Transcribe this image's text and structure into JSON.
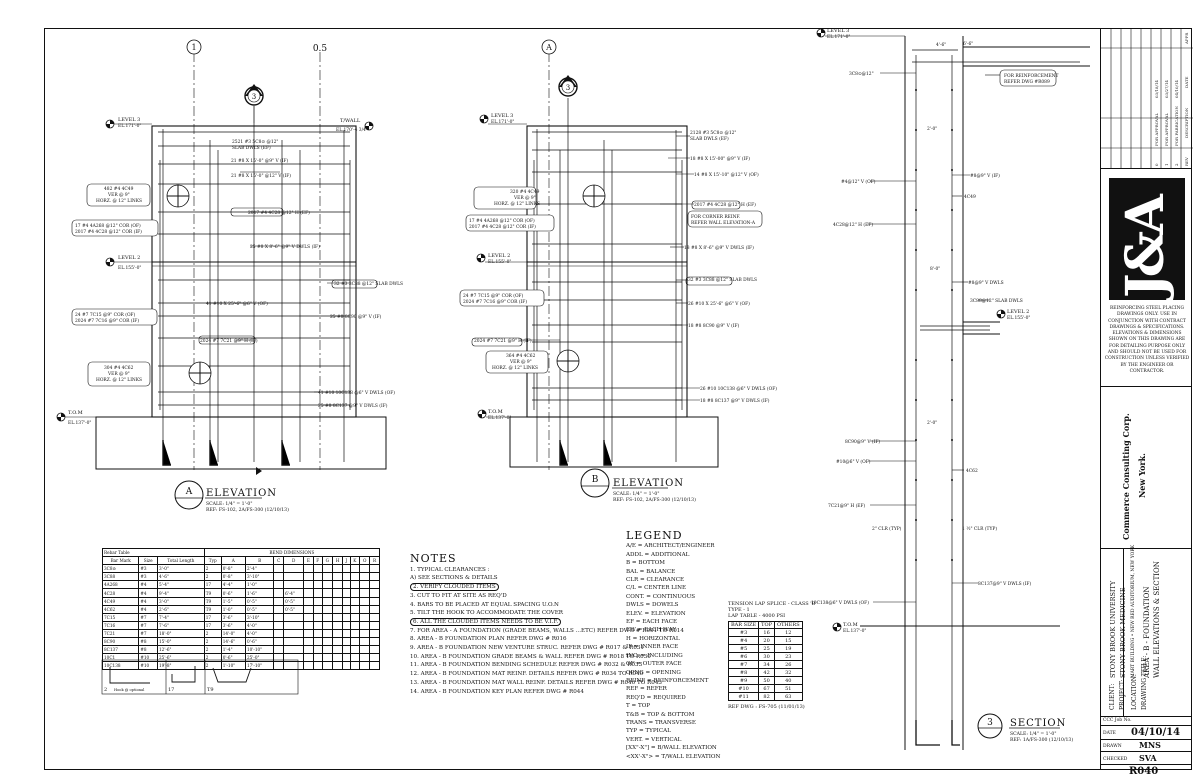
{
  "drawing": {
    "elev_a": {
      "grid_left": "1",
      "grid_right": "0.5",
      "section_marker": "3",
      "level3": {
        "label": "LEVEL 3",
        "elev": "EL.171'-0\""
      },
      "level2": {
        "label": "LEVEL 2",
        "elev": "EL.155'-0\""
      },
      "tom": {
        "label": "T.O.M",
        "elev": "EL.137'-0\""
      },
      "twall": {
        "label": "T/WALL",
        "elev": "EL.170'-4 3/4\""
      },
      "callouts": [
        "2521 #3 5C8⊙ @12\"",
        "SLAB DWLS (EF)",
        "21 #8 X 15'-0\" @9\" V (IF)",
        "21 #8 X 15'-0\" @12\" V (IF)",
        "2017 #4 4C28 @12\" H (EF)",
        "25 #8 X 8'-6\" @9\" V DWLS (IF)",
        "41 #10 X 25'-6\" @6\" V (OF)",
        "25 #8 8C90 @9\" V (IF)",
        "2024 #7 7C21 @9\" H (IF)",
        "41 #10 10C138 @6\" V DWLS (OF)",
        "25 #8 8C137 @9\" V DWLS (IF)",
        "32 #3 3C88  @12\" SLAB DWLS"
      ],
      "boxes": [
        [
          "482 #4 4C49",
          "VER @ 9\"",
          "HORZ. @ 12\" LINKS"
        ],
        [
          "17 #4 4A268 @12\" COR (OF)",
          "2017 #4 4C28 @12\" COR (IF)"
        ],
        [
          "24 #7 7C15 @9\" COR (OF)",
          "2024 #7 7C16 @9\" COR (IF)"
        ],
        [
          "304 #4 4C62",
          "VER @ 9\"",
          "HORZ. @ 12\" LINKS"
        ]
      ],
      "title_letter": "A",
      "title": "ELEVATION",
      "scale": "SCALE: 1/4\" = 1'-0\"",
      "ref": "REF: FS-102, 2A/FS-300 (12/10/13)"
    },
    "elev_b": {
      "grid": "A",
      "section_marker": "3",
      "level3": {
        "label": "LEVEL 3",
        "elev": "EL.171'-0\""
      },
      "level2": {
        "label": "LEVEL 2",
        "elev": "EL.155'-0\""
      },
      "tom": {
        "label": "T.O.M",
        "elev": "EL.137'-0\""
      },
      "callouts": [
        "2128 #3 5C8⊙ @12\"",
        "SLAB DWLS (EF)",
        "18 #8 X 15'-00\" @9\" V (IF)",
        "14 #8 X 15'-10\" @12\" V (OF)",
        "2017 #4 4C28 @12\" H (EF)",
        "18 #8 X 8'-6\" @9\" V DWLS (IF)",
        "32 #3 3C88  @12\" SLAB DWLS",
        "26 #10 X 25'-6\" @6\" V (OF)",
        "18 #8 8C90 @9\" V (IF)",
        "2024 #7 7C21 @9\" H (IF)",
        "26 #10 10C138 @6\" V DWLS (OF)",
        "18 #8 8C137 @9\" V DWLS (IF)"
      ],
      "boxes": [
        [
          "320 #4 4C49",
          "VER @ 9\"",
          "HORZ. @ 12\" LINKS"
        ],
        [
          "17 #4 4A268 @12\" COR (OF)",
          "2017 #4 4C28 @12\" COR (IF)"
        ],
        [
          "FOR CORNER REINF.",
          "REFER WALL ELEVATION-A"
        ],
        [
          "24 #7 7C15 @9\" COR (OF)",
          "2024 #7 7C16 @9\" COR (IF)"
        ],
        [
          "364 #4 4C62",
          "VER @ 9\"",
          "HORZ. @ 12\" LINKS"
        ]
      ],
      "title_letter": "B",
      "title": "ELEVATION",
      "scale": "SCALE: 1/4\" = 1'-0\"",
      "ref": "REF: FS-102, 2A/FS-300 (12/10/13)"
    },
    "section": {
      "level3": {
        "label": "LEVEL 3",
        "elev": "EL.171'-0\""
      },
      "level2": {
        "label": "LEVEL 2",
        "elev": "EL.155'-0\""
      },
      "tom": {
        "label": "T.O.M",
        "elev": "EL.137'-0\""
      },
      "callouts_left": [
        "3C8⊙@12\"",
        "#4@12\" V (OF)",
        "4C28@12\" H (EF)",
        "8C90@9\" V (IF)",
        "#10@6\" V (OF)",
        "7C21@9\" H (EF)",
        "10C138@6\" V DWLS (OF)"
      ],
      "callouts_right": [
        "#8@9\" V (IF)",
        "4C49",
        "#8@9\" V DWLS",
        "3C88@12\" SLAB DWLS",
        "4C62",
        "8C137@9\" V DWLS (IF)"
      ],
      "reinf_note": [
        "FOR REINFORCEMENT",
        "REFER DWG #R089"
      ],
      "dims": [
        "4'-6\"",
        "6'-6\"",
        "2\" CLR (TYP)",
        "1 ½\" CLR (TYP)",
        "2'-0\"",
        "8'-0\"",
        "2'-0\""
      ],
      "title_num": "3",
      "title": "SECTION",
      "scale": "SCALE: 1/4\" = 1'-0\"",
      "ref": "REF: 1A/FS-300 (12/10/13)"
    }
  },
  "schedule": {
    "title": "Rebar Table",
    "group": "BEND DIMENSIONS",
    "headers": [
      "Bar Mark",
      "Size",
      "Total Length",
      "Typ",
      "A",
      "B",
      "C",
      "D",
      "E",
      "F",
      "G",
      "H",
      "J",
      "K",
      "O",
      "R"
    ],
    "rows": [
      [
        "3C8⊙",
        "#3",
        "3'-0\"",
        "2",
        "0'-8\"",
        "2'-4\""
      ],
      [
        "3C88",
        "#3",
        "4'-6\"",
        "2",
        "0'-8\"",
        "3'-10\""
      ],
      [
        "4A268",
        "#4",
        "5'-4\"",
        "17",
        "4'-4\"",
        "1'-0\""
      ],
      [
        "4C28",
        "#4",
        "9'-4\"",
        "T9",
        "0'-6\"",
        "1'-6\"",
        "",
        "6'-4\""
      ],
      [
        "4C49",
        "#4",
        "3'-0\"",
        "T9",
        "1'-5\"",
        "0'-5\"",
        "",
        "0'-5\""
      ],
      [
        "4C62",
        "#4",
        "2'-6\"",
        "T9",
        "1'-0\"",
        "0'-5\"",
        "",
        "0'-5\""
      ],
      [
        "7C15",
        "#7",
        "7'-4\"",
        "17",
        "3'-6\"",
        "3'-10\""
      ],
      [
        "7C16",
        "#7",
        "7'-6\"",
        "17",
        "3'-6\"",
        "4'-0\""
      ],
      [
        "7C21",
        "#7",
        "18'-0\"",
        "2",
        "14'-0\"",
        "4'-0\""
      ],
      [
        "8C90",
        "#8",
        "15'-0\"",
        "2",
        "14'-6\"",
        "0'-6\""
      ],
      [
        "8C137",
        "#8",
        "12'-6\"",
        "2",
        "1'-4\"",
        "10'-10\""
      ],
      [
        "10C1",
        "#10",
        "25'-6\"",
        "2",
        "0'-6\"",
        "25'-0\""
      ],
      [
        "10C138",
        "#10",
        "19'-8\"",
        "2",
        "1'-10\"",
        "17'-10\""
      ]
    ],
    "shape_labels": [
      "2",
      "17",
      "T9"
    ],
    "shape_note": "Hook  @ optional"
  },
  "notes": {
    "title": "NOTES",
    "items": [
      "1. TYPICAL CLEARANCES :",
      "    A) SEE SECTIONS & DETAILS",
      "2. VERIFY CLOUDED ITEMS",
      "3. CUT TO FIT AT SITE AS REQ'D",
      "4. BARS TO BE PLACED AT EQUAL SPACING U.O.N",
      "5. TILT THE HOOK TO ACCOMMODATE THE COVER",
      "6. ALL THE CLOUDED ITEMS NEEDS TO BE V.I.F.",
      "7. FOR AREA - A FOUNDATION (GRADE BEAMS, WALLS ...ETC) REFER DWG # R001 TO R014",
      "8. AREA - B FOUNDATION PLAN REFER DWG # R016",
      "9. AREA - B FOUNDATION NEW VENTURE STRUC. REFER DWG # R017 & R031",
      "10. AREA - B FOUNDATION GRADE BEAMS & WALL REFER DWG # R018 TO R030",
      "11. AREA - B FOUNDATION BENDING SCHEDULE REFER DWG # R032 & R033",
      "12. AREA - B FOUNDATION MAT REINF. DETAILS REFER DWG # R034 TO R040",
      "13. AREA - B FOUNDATION MAT WALL REINF. DETAILS REFER DWG # R040 TO R043",
      "14. AREA - B FOUNDATION KEY PLAN REFER DWG # R044"
    ]
  },
  "legend": {
    "title": "LEGEND",
    "items": [
      "A/E = ARCHITECT/ENGINEER",
      "ADDL = ADDITIONAL",
      "B = BOTTOM",
      "BAL = BALANCE",
      "CLR = CLEARANCE",
      "C/L = CENTER LINE",
      "CONT. = CONTINUOUS",
      "DWLS = DOWELS",
      "ELEV. = ELEVATION",
      "EF = EACH FACE",
      "EW = EACH WAY",
      "H = HORIZONTAL",
      "IF = INNER FACE",
      "INC. = INCLUDING",
      "OF = OUTER FACE",
      "OPNG = OPENING",
      "REINF = REINFORCEMENT",
      "REF = REFER",
      "REQ'D = REQUIRED",
      "T = TOP",
      "T&B = TOP & BOTTOM",
      "TRANS = TRANSVERSE",
      "TYP = TYPICAL",
      "VERT. = VERTICAL",
      "[XX\"-X\"] = B/WALL ELEVATION",
      "<XX'-X\"> = T/WALL ELEVATION"
    ]
  },
  "lap": {
    "title": "TENSION LAP SPLICE - CLASS 'B'",
    "type": "TYPE - 1",
    "table_title": "LAP TABLE - 4000 PSI",
    "headers": [
      "BAR SIZE",
      "TOP",
      "OTHERS"
    ],
    "rows": [
      [
        "#3",
        "16",
        "12"
      ],
      [
        "#4",
        "20",
        "15"
      ],
      [
        "#5",
        "25",
        "19"
      ],
      [
        "#6",
        "30",
        "23"
      ],
      [
        "#7",
        "34",
        "26"
      ],
      [
        "#8",
        "42",
        "32"
      ],
      [
        "#9",
        "50",
        "40"
      ],
      [
        "#10",
        "67",
        "51"
      ],
      [
        "#11",
        "82",
        "63"
      ]
    ],
    "ref": "REF DWG : FS-705 (11/01/13)"
  },
  "title_block": {
    "revisions": [
      {
        "no": "2",
        "desc": "FOR FABRICATION",
        "date": "04/10/14"
      },
      {
        "no": "1",
        "desc": "FOR APPROVAL",
        "date": "03/27/14"
      },
      {
        "no": "0",
        "desc": "FOR APPROVAL",
        "date": "03/18/14"
      }
    ],
    "rev_headers": [
      "REV",
      "DESCRIPTION",
      "DATE",
      "APPR"
    ],
    "logo": "J&A",
    "disclaimer": "REINFORCING STEEL PLACING DRAWINGS ONLY. USE IN CONJUNCTION WITH CONTRACT DRAWINGS & SPECIFICATIONS. ELEVATIONS & DIMENSIONS SHOWN ON THIS DRAWING ARE FOR DETAILING PURPOSE ONLY AND SHOULD NOT BE USED FOR CONSTRUCTION UNLESS VERIFIED BY THE ENGINEER OR CONTRACTOR.",
    "company": "Commerce Consulting Corp.",
    "city": "New York.",
    "client_label": "CLIENT:",
    "client": "STONY BROOK UNIVERSITY",
    "project_label": "PROJECT:",
    "project": "STONY BROOK MEDICINE",
    "location_label": "LOCATION:",
    "location": "MART BUILDING • NEW RED AUDITORIUM, NEW YORK",
    "drawing_title_label": "DRAWING TITLE:",
    "drawing_title": "AREA - B - FOUNDATION",
    "drawing_title2": "WALL ELEVATIONS & SECTION",
    "job_label": "CCC Job No.",
    "date_label": "DATE",
    "date": "04/10/14",
    "drawn_label": "DRAWN",
    "drawn": "MNS",
    "checked_label": "CHECKED",
    "checked": "SVA",
    "sheet": "R040"
  }
}
